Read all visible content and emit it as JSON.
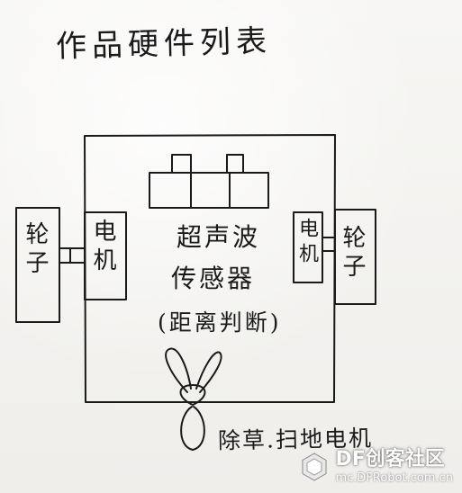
{
  "diagram": {
    "title": "作品硬件列表",
    "left_wheel": "轮子",
    "left_motor": "电机",
    "right_motor": "电机",
    "right_wheel": "轮子",
    "sensor_line1": "超声波",
    "sensor_line2": "传感器",
    "sensor_note": "(距离判断)",
    "blade_caption": "除草.扫地电机"
  },
  "watermark": {
    "brand": "DF创客社区",
    "url": "mc.DFRobot.com.cn",
    "icon": "dfrobot-logo-icon"
  },
  "colors": {
    "ink": "#1a1a1a",
    "paper": "#f4f3f1"
  }
}
